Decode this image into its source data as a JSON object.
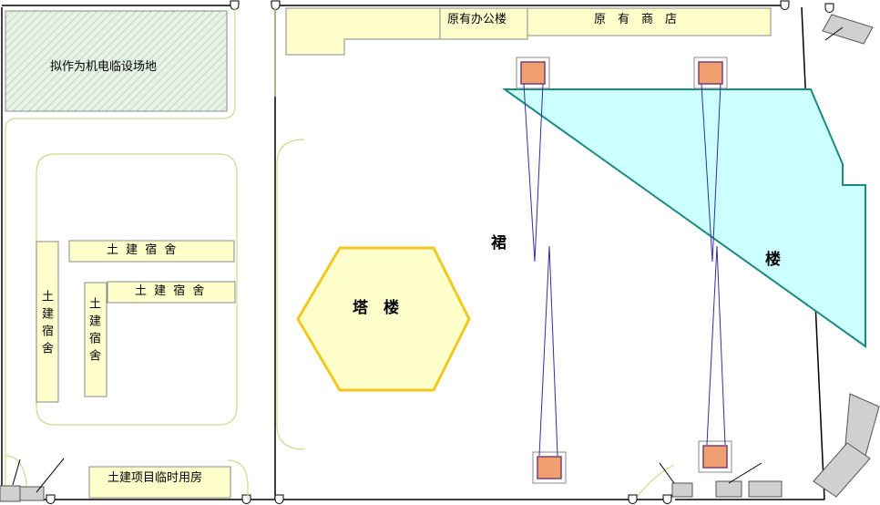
{
  "labels": {
    "proposed_site": "拟作为机电临设场地",
    "old_office": "原有办公楼",
    "old_shop": "原　有　商　店",
    "dorm_top": "土 建 宿 舍",
    "dorm_mid": "土 建 宿 舍",
    "dorm_vert_1": "土建宿舍",
    "dorm_vert_2": "土建宿舍",
    "temp_house": "土建项目临时用房",
    "tower": "塔　楼",
    "podium_1": "裙",
    "podium_2": "楼"
  },
  "colors": {
    "podium_fill": "#ccffff",
    "podium_stroke": "#1a8a80",
    "tower_fill": "#ffffcc",
    "tower_stroke": "#f2c81e",
    "building_fill": "#ffffcc",
    "site_fill": "#e6f2e6",
    "road_line": "#cfd88a",
    "crane_base": "#f0a070",
    "crane_arm": "#3030a0",
    "gray_box": "#d0d0d0"
  }
}
